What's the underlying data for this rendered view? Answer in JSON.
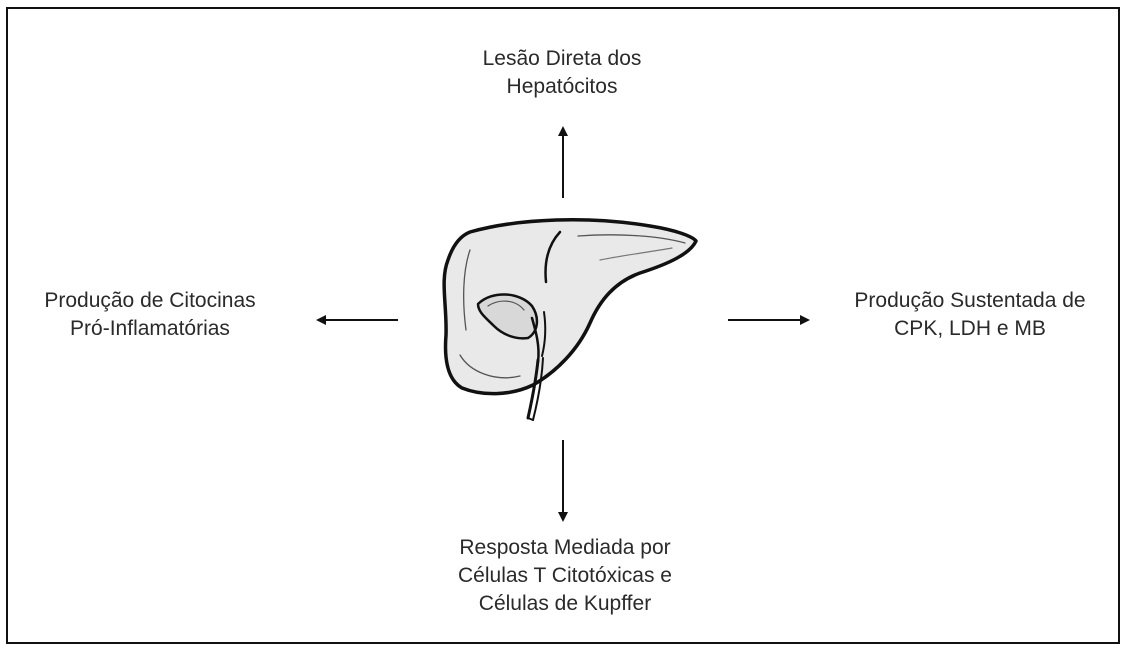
{
  "nodes": {
    "top": {
      "lines": [
        "Lesão Direta dos",
        "Hepatócitos"
      ]
    },
    "left": {
      "lines": [
        "Produção de Citocinas",
        "Pró-Inflamatórias"
      ]
    },
    "right": {
      "lines": [
        "Produção Sustentada de",
        "CPK, LDH e MB"
      ]
    },
    "bottom": {
      "lines": [
        "Resposta Mediada por",
        "Células T Citotóxicas e",
        "Células de Kupffer"
      ]
    }
  },
  "center": {
    "icon": "liver-icon"
  },
  "colors": {
    "stroke": "#111111",
    "text": "#2a2a2a",
    "liver_fill": "#e6e6e6"
  }
}
